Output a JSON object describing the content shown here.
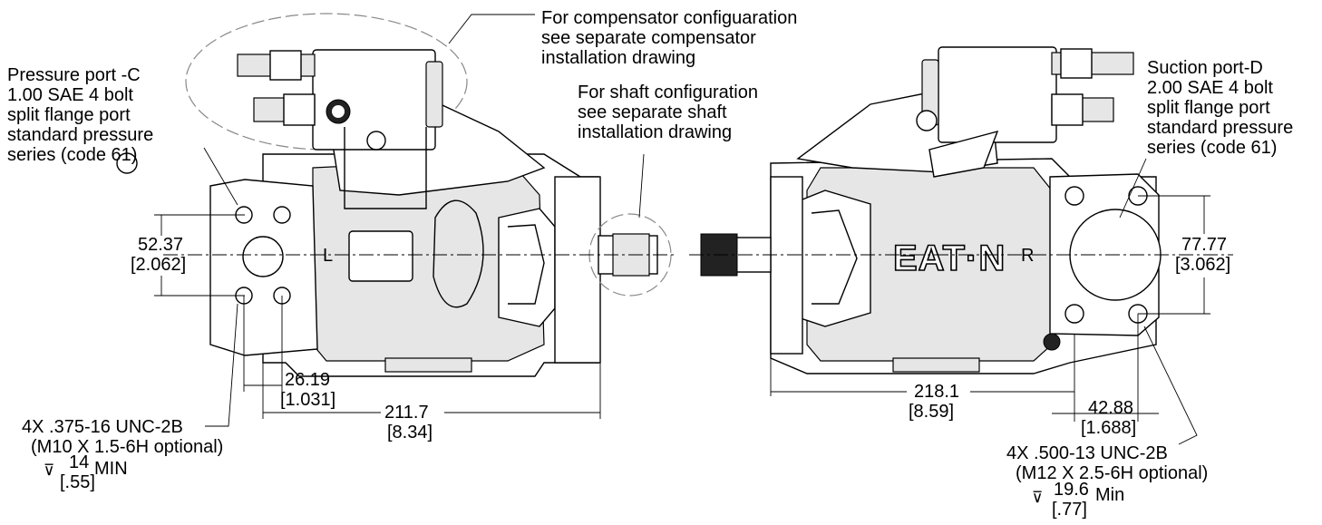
{
  "notes": {
    "pressure_port": [
      "Pressure port -C",
      "1.00 SAE 4 bolt",
      "split flange port",
      "standard pressure",
      "series (code 61)"
    ],
    "compensator": [
      "For compensator configuaration",
      "see separate compensator",
      "installation drawing"
    ],
    "shaft": [
      "For shaft configuration",
      "see separate shaft",
      "installation drawing"
    ],
    "suction_port": [
      "Suction port-D",
      "2.00 SAE 4 bolt",
      "split flange port",
      "standard pressure",
      "series (code 61)"
    ],
    "left_thread": [
      "4X .375-16 UNC-2B",
      "(M10 X 1.5-6H optional)"
    ],
    "right_thread": [
      "4X .500-13 UNC-2B",
      "(M12 X 2.5-6H optional)"
    ]
  },
  "dimensions": {
    "left_port_spacing": {
      "mm": "52.37",
      "inch": "[2.062]"
    },
    "left_port_offset": {
      "mm": "26.19",
      "inch": "[1.031]"
    },
    "left_overall": {
      "mm": "211.7",
      "inch": "[8.34]"
    },
    "left_depth": {
      "mm": "14",
      "inch": "[.55]",
      "suffix": "MIN",
      "symbol": "⊽"
    },
    "right_port_spacing": {
      "mm": "77.77",
      "inch": "[3.062]"
    },
    "right_overall": {
      "mm": "218.1",
      "inch": "[8.59]"
    },
    "right_port_offset": {
      "mm": "42.88",
      "inch": "[1.688]"
    },
    "right_depth": {
      "mm": "19.6",
      "inch": "[.77]",
      "suffix": "Min",
      "symbol": "⊽"
    }
  },
  "views": {
    "left_mark": "L",
    "right_mark": "R",
    "brand": "EAT·N"
  }
}
